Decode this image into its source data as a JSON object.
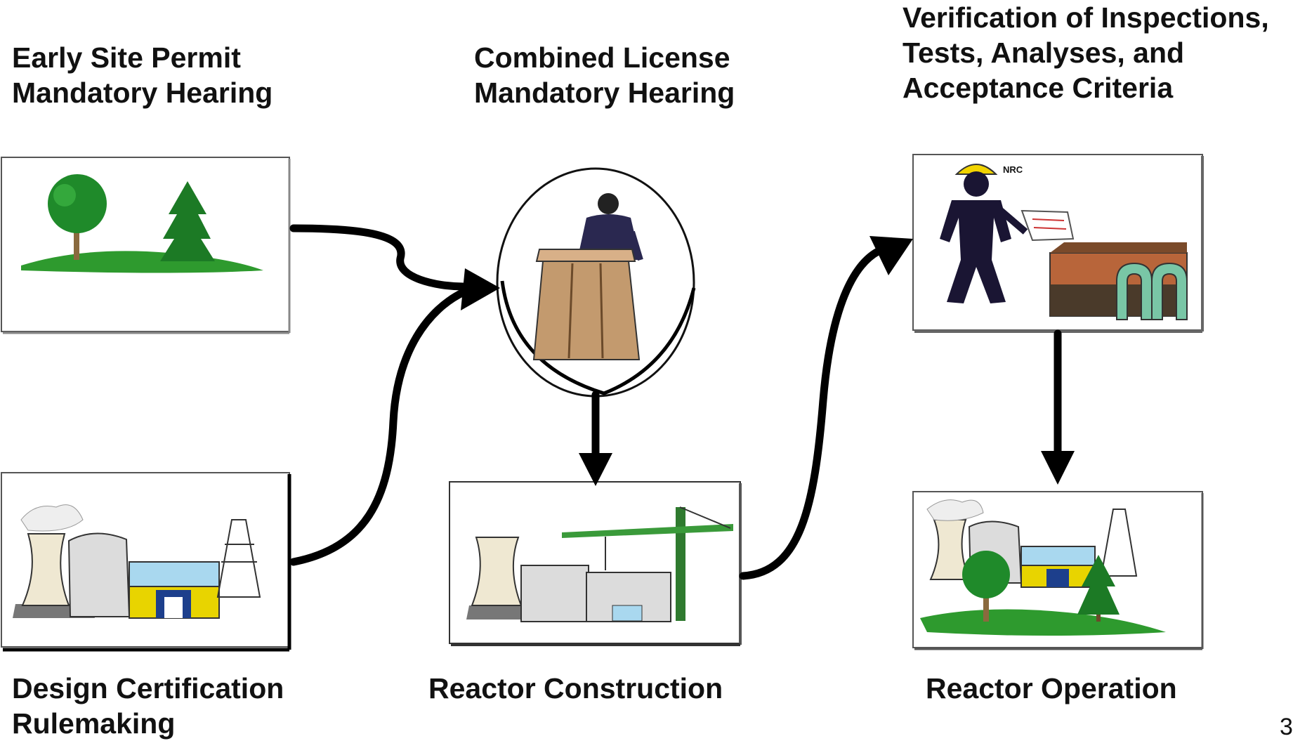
{
  "labels": {
    "early_site_permit": [
      "Early Site Permit",
      "Mandatory Hearing"
    ],
    "combined_license": [
      "Combined License",
      "Mandatory Hearing"
    ],
    "verification": [
      "Verification of Inspections,",
      "Tests, Analyses, and",
      "Acceptance Criteria"
    ],
    "design_certification": [
      "Design Certification",
      "Rulemaking"
    ],
    "reactor_construction": [
      "Reactor Construction"
    ],
    "reactor_operation": [
      "Reactor Operation"
    ]
  },
  "icons": {
    "site": "trees-on-grass-icon",
    "hearing": "speaker-at-podium-icon",
    "inspection": "nrc-inspector-icon",
    "design": "power-plant-icon",
    "construction": "construction-crane-icon",
    "operation": "operating-plant-icon"
  },
  "inspector_badge": "NRC",
  "page_number": "3",
  "colors": {
    "text": "#111111",
    "arrow": "#000000",
    "grass": "#2e9a2e",
    "tree": "#1f8a2a",
    "podium": "#c39a6e",
    "cooling_tower": "#efe8d2",
    "building": "#dcdcdc",
    "turbine_hall": "#a9d8ef",
    "accent_yellow": "#e8d400",
    "brick": "#b8653a",
    "pipe": "#79c6a6"
  }
}
